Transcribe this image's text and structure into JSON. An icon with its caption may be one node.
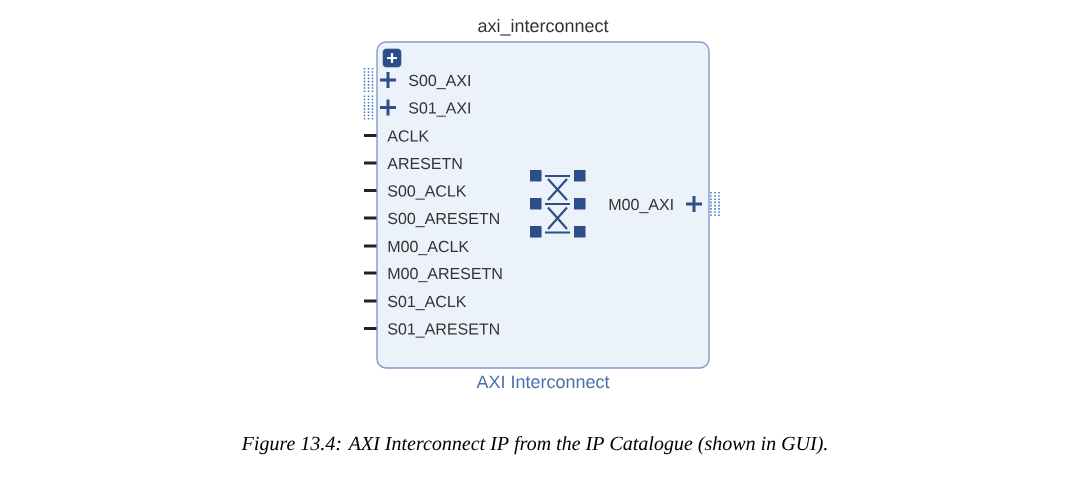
{
  "diagram": {
    "nodes": [
      {
        "text": [
          "axi_interconnect"
        ],
        "beside": [
          "AXI Interconnect"
        ]
      }
    ],
    "labels": [
      "S00_AXI",
      "S01_AXI",
      "ACLK",
      "ARESETN",
      "S00_ACLK",
      "S00_ARESETN",
      "M00_ACLK",
      "M00_ARESETN",
      "S01_ACLK",
      "S01_ARESETN",
      "M00_AXI"
    ],
    "caption": "Figure 13.4: AXI Interconnect IP from the IP Catalogue (shown in GUI)."
  }
}
